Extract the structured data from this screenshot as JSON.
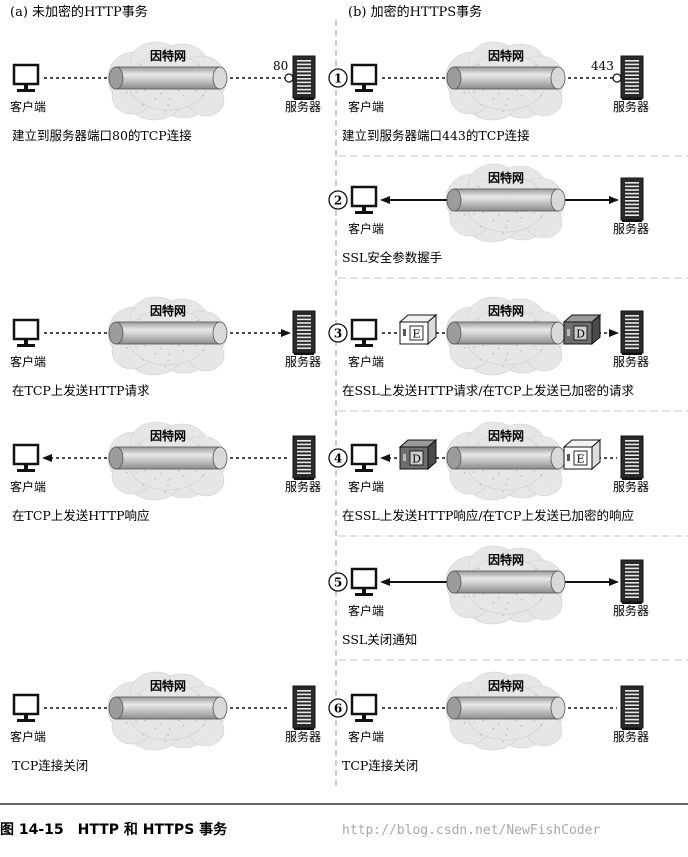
{
  "headers": {
    "left": "(a) 未加密的HTTP事务",
    "right": "(b) 加密的HTTPS事务"
  },
  "labels": {
    "internet": "因特网",
    "client": "客户端",
    "server": "服务器",
    "box_encrypted": "E",
    "box_decrypted": "D"
  },
  "ports": {
    "http": "80",
    "https": "443"
  },
  "steps": [
    {
      "num": "1",
      "left_caption": "建立到服务器端口80的TCP连接",
      "right_caption": "建立到服务器端口443的TCP连接"
    },
    {
      "num": "2",
      "left_caption": "",
      "right_caption": "SSL安全参数握手"
    },
    {
      "num": "3",
      "left_caption": "在TCP上发送HTTP请求",
      "right_caption": "在SSL上发送HTTP请求/在TCP上发送已加密的请求"
    },
    {
      "num": "4",
      "left_caption": "在TCP上发送HTTP响应",
      "right_caption": "在SSL上发送HTTP响应/在TCP上发送已加密的响应"
    },
    {
      "num": "5",
      "left_caption": "",
      "right_caption": "SSL关闭通知"
    },
    {
      "num": "6",
      "left_caption": "TCP连接关闭",
      "right_caption": "TCP连接关闭"
    }
  ],
  "figure_caption": "图 14-15　HTTP 和 HTTPS 事务",
  "watermark": "http://blog.csdn.net/NewFishCoder"
}
